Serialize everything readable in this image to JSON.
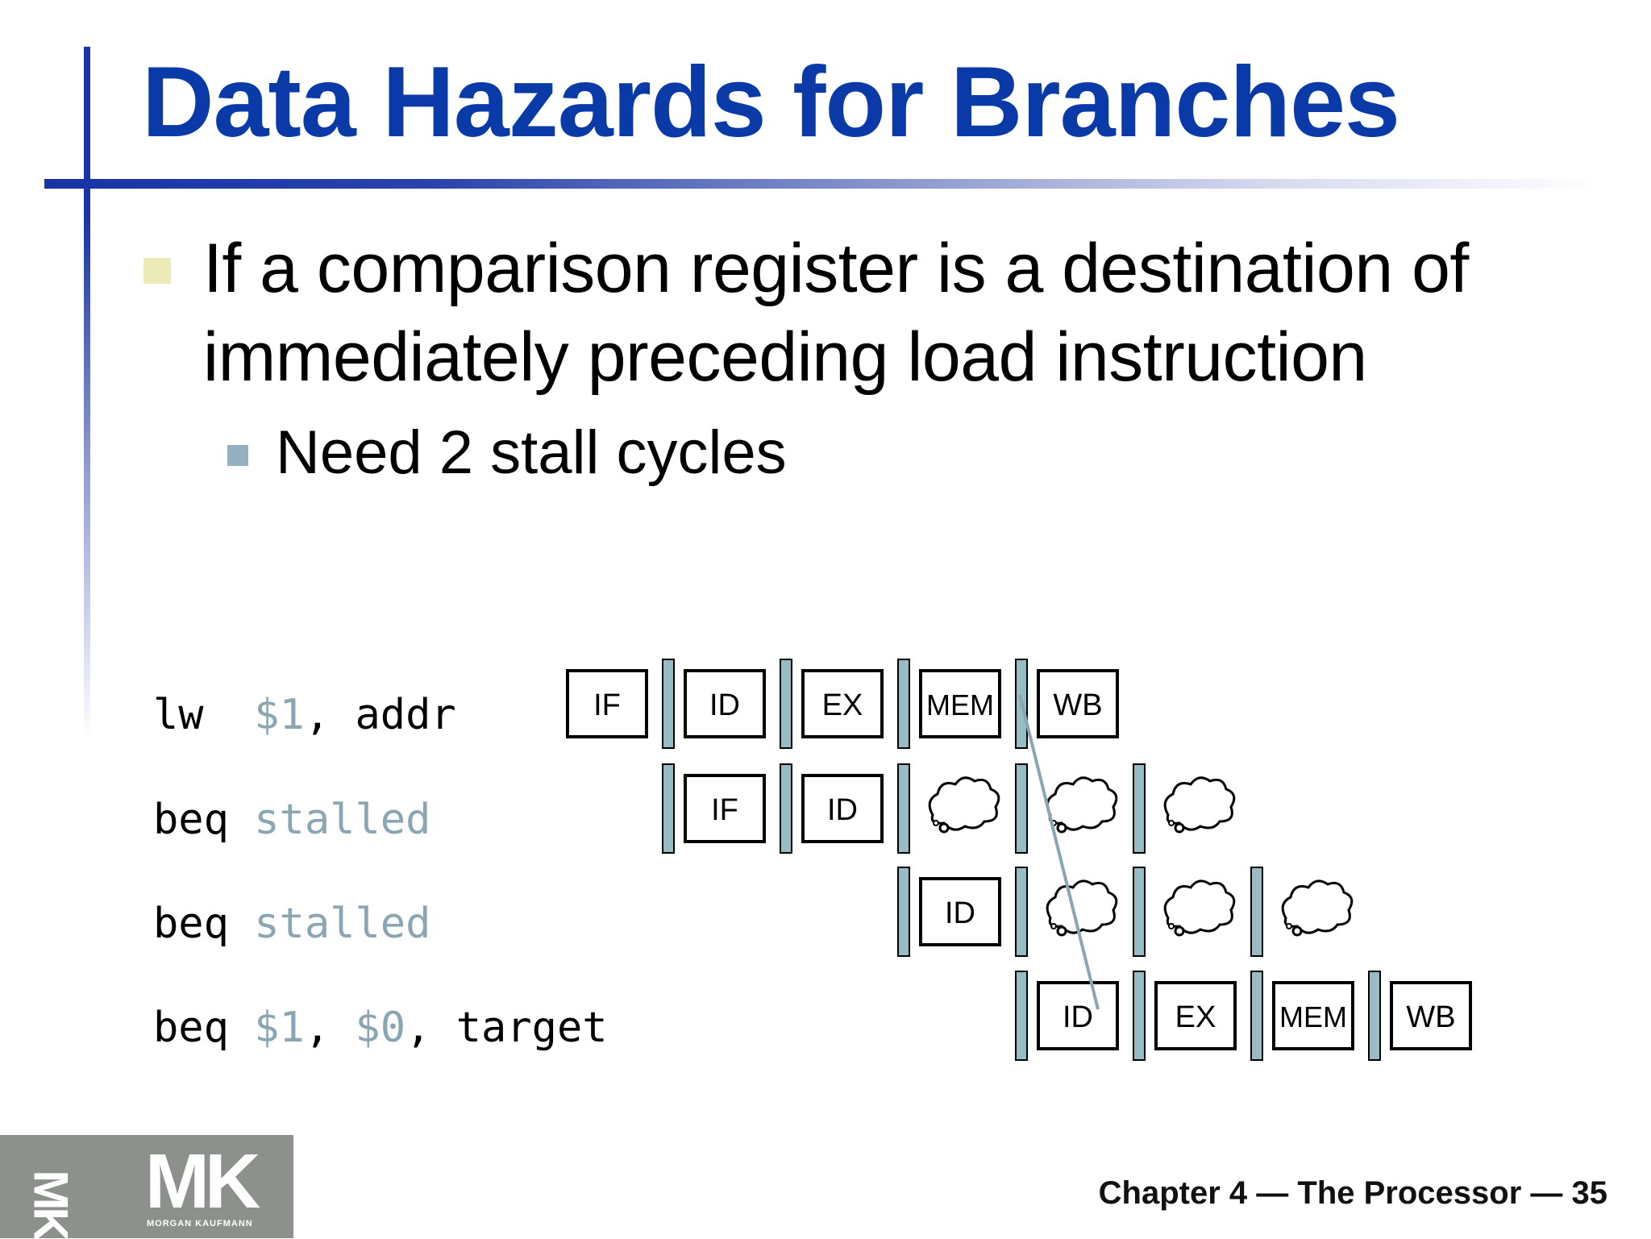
{
  "slide": {
    "title": "Data Hazards for Branches",
    "bullets": [
      {
        "text": "If a comparison register is a destination of immediately preceding load instruction",
        "sub": [
          "Need 2 stall cycles"
        ]
      }
    ],
    "footer": "Chapter 4 — The Processor — 35",
    "logo": {
      "mark": "MK",
      "publisher": "MORGAN KAUFMANN"
    }
  },
  "code": [
    {
      "op": "lw",
      "sep1": "  ",
      "a": "$1",
      "sep2": ", ",
      "b": "addr",
      "sep3": "",
      "c": ""
    },
    {
      "op": "beq",
      "sep1": " ",
      "a": "stalled",
      "sep2": "",
      "b": "",
      "sep3": "",
      "c": ""
    },
    {
      "op": "beq",
      "sep1": " ",
      "a": "stalled",
      "sep2": "",
      "b": "",
      "sep3": "",
      "c": ""
    },
    {
      "op": "beq",
      "sep1": " ",
      "a": "$1",
      "sep2": ", ",
      "b": "$0",
      "sep3": ", ",
      "c": "target"
    }
  ],
  "pipeline": {
    "rows": [
      {
        "instruction": "lw $1, addr",
        "stages": [
          "IF",
          "ID",
          "EX",
          "MEM",
          "WB"
        ]
      },
      {
        "instruction": "beq stalled",
        "stages": [
          "IF",
          "ID",
          "bubble",
          "bubble",
          "bubble"
        ]
      },
      {
        "instruction": "beq stalled",
        "stages": [
          "ID",
          "bubble",
          "bubble",
          "bubble"
        ]
      },
      {
        "instruction": "beq $1, $0, target",
        "stages": [
          "ID",
          "EX",
          "MEM",
          "WB"
        ]
      }
    ],
    "colors": {
      "register": "#98bcc6",
      "box_border": "#000000",
      "forward_line": "#8aa6b2"
    }
  }
}
